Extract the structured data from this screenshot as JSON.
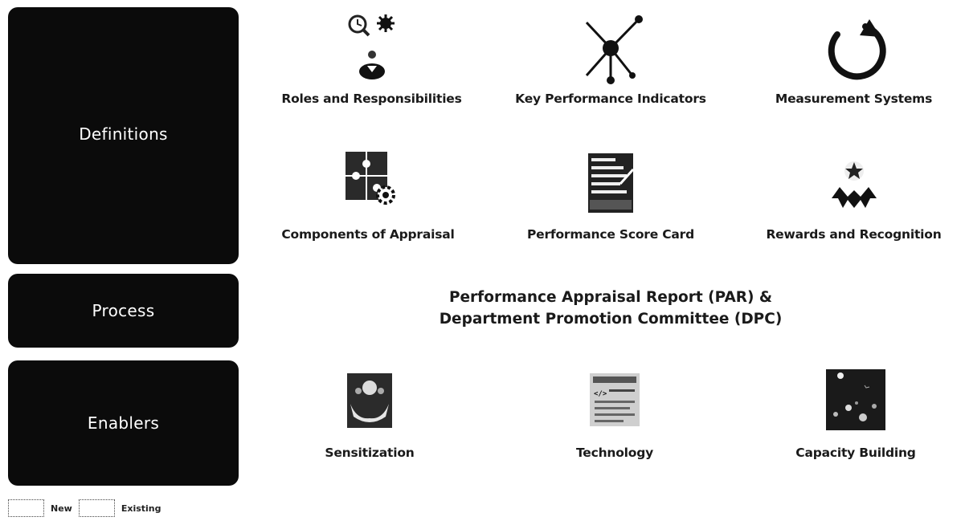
{
  "blocks": {
    "definitions": "Definitions",
    "process": "Process",
    "enablers": "Enablers"
  },
  "definitions": [
    {
      "label": "Roles and Responsibilities",
      "icon": "roles-icon"
    },
    {
      "label": "Key Performance Indicators",
      "icon": "network-icon"
    },
    {
      "label": "Measurement Systems",
      "icon": "cycle-arrow-icon"
    },
    {
      "label": "Components of Appraisal",
      "icon": "puzzle-gear-icon"
    },
    {
      "label": "Performance Score Card",
      "icon": "scorecard-icon"
    },
    {
      "label": "Rewards and Recognition",
      "icon": "award-star-icon"
    }
  ],
  "process_lines": [
    "Performance Appraisal Report (PAR) &",
    "Department Promotion Committee (DPC)"
  ],
  "enablers": [
    {
      "label": "Sensitization",
      "icon": "hands-people-icon"
    },
    {
      "label": "Technology",
      "icon": "code-screen-icon"
    },
    {
      "label": "Capacity Building",
      "icon": "capacity-photo-icon"
    }
  ],
  "legend": {
    "new": "New",
    "existing": "Existing"
  }
}
